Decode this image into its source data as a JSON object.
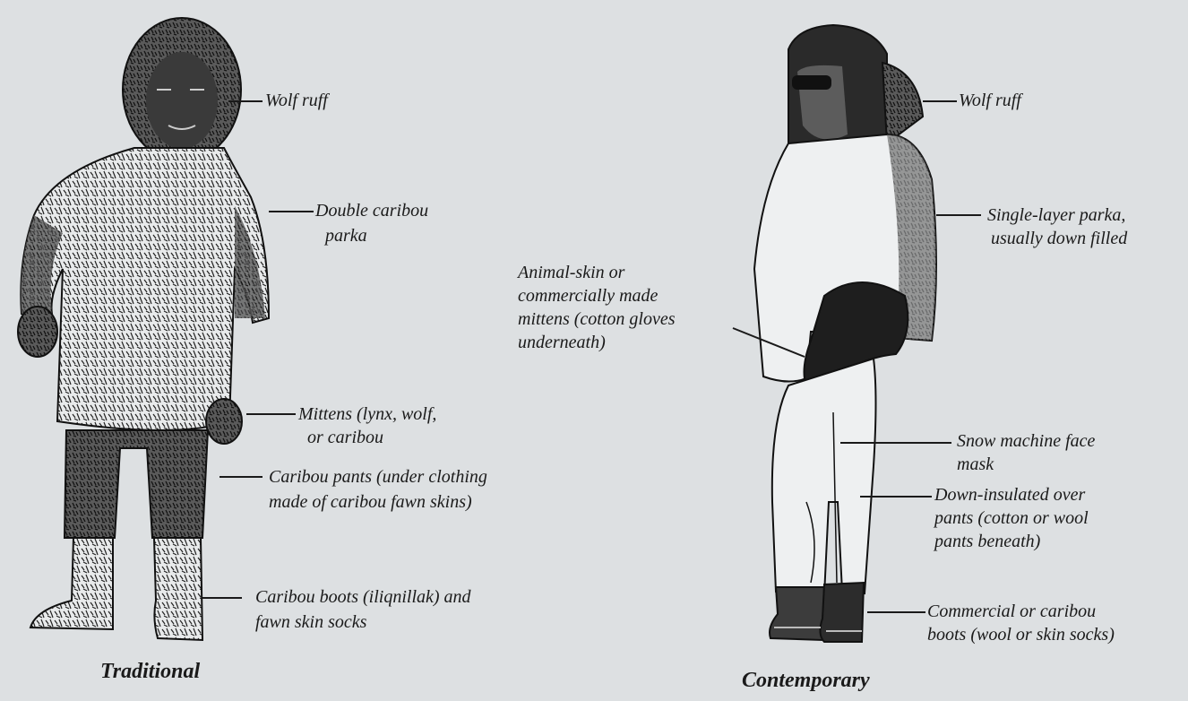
{
  "colors": {
    "background": "#dde0e2",
    "ink": "#1a1a1a",
    "fur": "#2b2b2b",
    "light_garment": "#eef0f1"
  },
  "traditional": {
    "caption": "Traditional",
    "labels": {
      "wolf_ruff": "Wolf ruff",
      "parka_1": "Double caribou",
      "parka_2": "parka",
      "mittens_1": "Mittens (lynx, wolf,",
      "mittens_2": "or caribou",
      "pants_1": "Caribou pants (under clothing",
      "pants_2": "made of caribou fawn skins)",
      "boots_1": "Caribou boots (iliqnillak) and",
      "boots_2": "fawn skin socks"
    }
  },
  "contemporary": {
    "caption": "Contemporary",
    "labels": {
      "wolf_ruff": "Wolf ruff",
      "parka_1": "Single-layer parka,",
      "parka_2": "usually down filled",
      "mittens_1": "Animal-skin or",
      "mittens_2": "commercially made",
      "mittens_3": "mittens (cotton gloves",
      "mittens_4": "underneath)",
      "mask_1": "Snow machine face",
      "mask_2": "mask",
      "pants_1": "Down-insulated over",
      "pants_2": "pants (cotton or wool",
      "pants_3": "pants beneath)",
      "boots_1": "Commercial or caribou",
      "boots_2": "boots (wool or skin socks)"
    }
  }
}
